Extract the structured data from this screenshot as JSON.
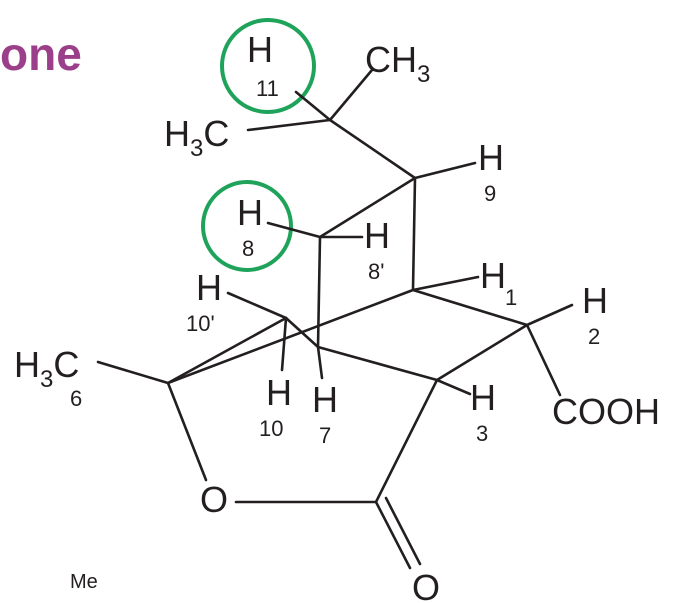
{
  "title_fragment": "one",
  "colors": {
    "title": "#9b3f8a",
    "highlight_circle": "#1fa35b",
    "ink": "#231f20"
  },
  "labels": {
    "h11": "H",
    "n11": "11",
    "ch3_top": "CH",
    "ch3_top_sub": "3",
    "h3c_left": "H",
    "h3c_left_sub": "3",
    "h3c_left_c": "C",
    "h9": "H",
    "n9": "9",
    "h8": "H",
    "n8": "8",
    "h8p": "H",
    "n8p": "8'",
    "h1": "H",
    "n1": "1",
    "h10p": "H",
    "n10p": "10'",
    "h2": "H",
    "n2": "2",
    "h3c6": "H",
    "h3c6_sub": "3",
    "h3c6_c": "C",
    "n6": "6",
    "h10": "H",
    "n10": "10",
    "h7": "H",
    "n7": "7",
    "h3": "H",
    "n3": "3",
    "cooh": "COOH",
    "o_ring": "O",
    "o_carbonyl": "O",
    "me": "Me"
  }
}
